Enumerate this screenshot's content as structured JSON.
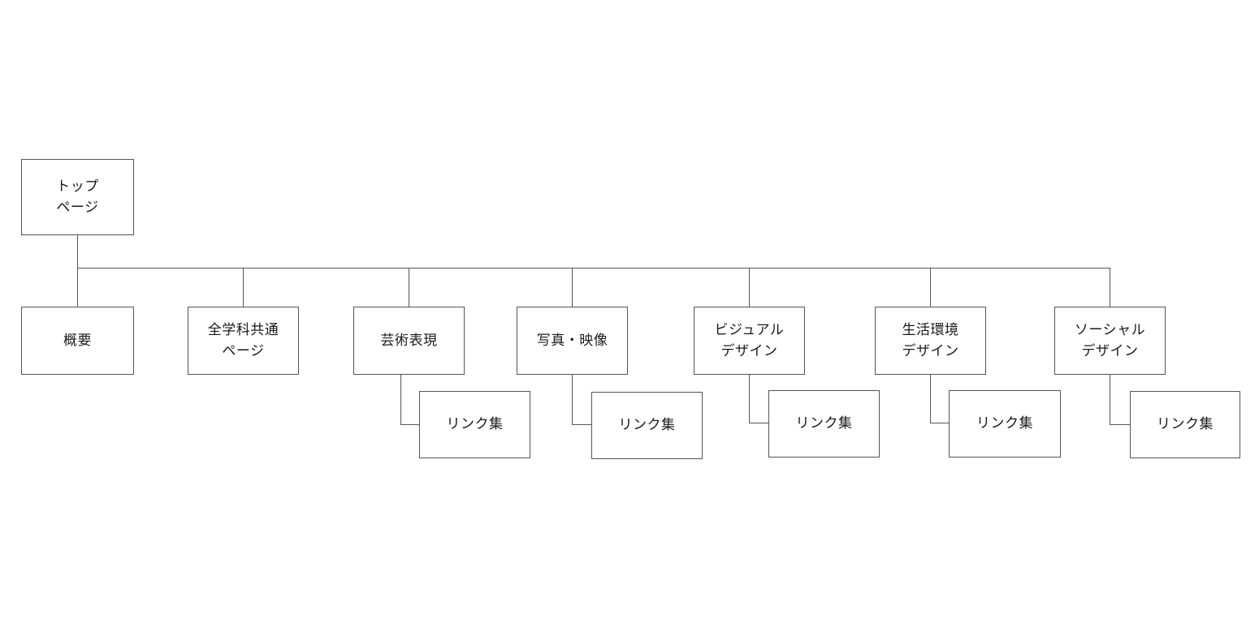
{
  "diagram": {
    "type": "site-map-tree",
    "title_visible": false,
    "background_color": "#ffffff",
    "line_color": "#555555",
    "text_color": "#1a1a1a",
    "root": {
      "id": "top-page",
      "label": "トップ\nページ"
    },
    "level2": [
      {
        "id": "gaiyou",
        "label": "概要",
        "has_link_child": false
      },
      {
        "id": "zengakka-kyoutsuu",
        "label": "全学科共通\nページ",
        "has_link_child": false
      },
      {
        "id": "geijutsu-hyougen",
        "label": "芸術表現",
        "has_link_child": true
      },
      {
        "id": "shashin-eizou",
        "label": "写真・映像",
        "has_link_child": true
      },
      {
        "id": "visual-design",
        "label": "ビジュアル\nデザイン",
        "has_link_child": true
      },
      {
        "id": "seikatsu-kankyou-design",
        "label": "生活環境\nデザイン",
        "has_link_child": true
      },
      {
        "id": "social-design",
        "label": "ソーシャル\nデザイン",
        "has_link_child": true
      }
    ],
    "link_children": [
      {
        "id": "link-shuu-1",
        "label": "リンク集",
        "parent": "geijutsu-hyougen"
      },
      {
        "id": "link-shuu-2",
        "label": "リンク集",
        "parent": "shashin-eizou"
      },
      {
        "id": "link-shuu-3",
        "label": "リンク集",
        "parent": "visual-design"
      },
      {
        "id": "link-shuu-4",
        "label": "リンク集",
        "parent": "seikatsu-kankyou-design"
      },
      {
        "id": "link-shuu-5",
        "label": "リンク集",
        "parent": "social-design"
      }
    ]
  }
}
